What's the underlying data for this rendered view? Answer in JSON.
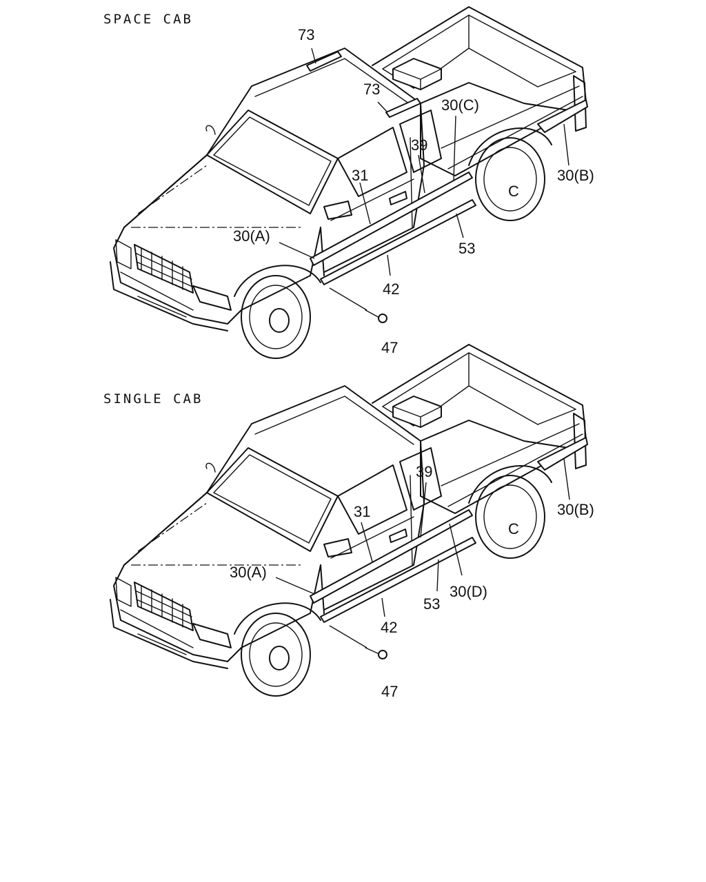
{
  "sections": [
    {
      "title": "SPACE CAB",
      "callouts": [
        "73",
        "73",
        "30(C)",
        "39",
        "31",
        "30(B)",
        "30(A)",
        "53",
        "42",
        "47"
      ]
    },
    {
      "title": "SINGLE CAB",
      "callouts": [
        "39",
        "31",
        "30(B)",
        "30(A)",
        "30(D)",
        "53",
        "42",
        "47"
      ]
    }
  ],
  "hub_letter": "C"
}
